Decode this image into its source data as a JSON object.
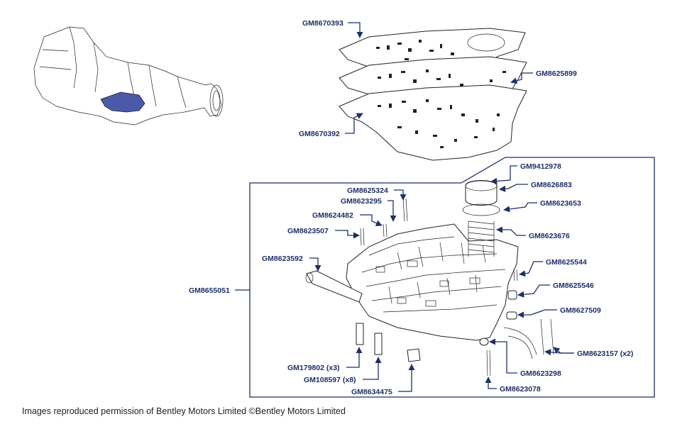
{
  "labels": {
    "gasket_top": "GM8670393",
    "gasket_mid": "GM8625899",
    "gasket_bot": "GM8670392",
    "valve_body": "GM8655051",
    "p_9412978": "GM9412978",
    "p_8626883": "GM8626883",
    "p_8623653": "GM8623653",
    "p_8623676": "GM8623676",
    "p_8625324": "GM8625324",
    "p_8623295": "GM8623295",
    "p_8624482": "GM8624482",
    "p_8623507": "GM8623507",
    "p_8623592": "GM8623592",
    "p_8625544": "GM8625544",
    "p_8625546": "GM8625546",
    "p_8627509": "GM8627509",
    "p_8623157": "GM8623157 (x2)",
    "p_8623298": "GM8623298",
    "p_8623078": "GM8623078",
    "p_179802": "GM179802 (x3)",
    "p_108597": "GM108597 (x8)",
    "p_8634475": "GM8634475"
  },
  "credit": "Images reproduced permission of Bentley Motors Limited ©Bentley Motors Limited",
  "colors": {
    "label": "#1f2f66",
    "highlight": "#4a5aa8",
    "line": "#222222"
  }
}
